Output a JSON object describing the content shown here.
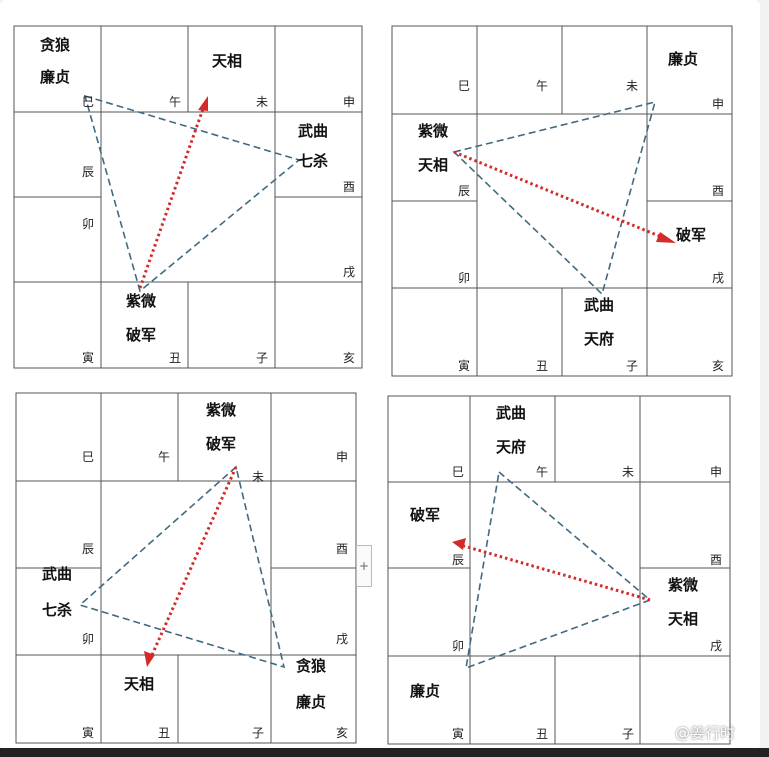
{
  "branches": {
    "si": "巳",
    "wu": "午",
    "wei": "未",
    "shen": "申",
    "chen": "辰",
    "you": "酉",
    "mao": "卯",
    "xu": "戌",
    "yin": "寅",
    "chou": "丑",
    "zi": "子",
    "hai": "亥"
  },
  "stars": {
    "tanlang": "贪狼",
    "lianzhen": "廉贞",
    "tianxiang": "天相",
    "wuqu": "武曲",
    "qisha": "七杀",
    "ziwei": "紫微",
    "pojun": "破军",
    "tianfu": "天府"
  },
  "watermark": "@姜行时",
  "side_control": "+",
  "colors": {
    "triangle": "#3f6a80",
    "arrow": "#d42a2a",
    "grid": "#555555"
  }
}
